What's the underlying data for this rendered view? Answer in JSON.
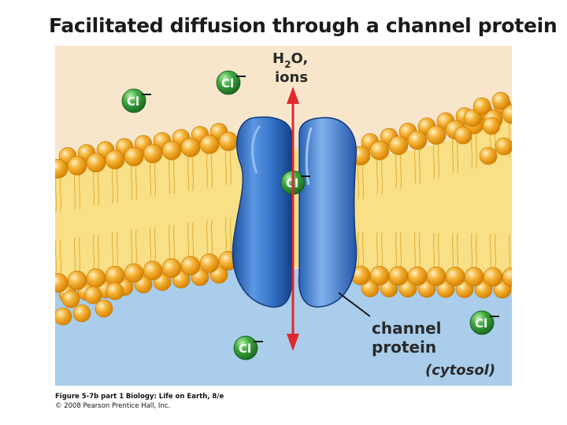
{
  "title": "Facilitated diffusion through a channel protein",
  "labels": {
    "h2o_ions_line1_h": "H",
    "h2o_ions_line1_sub": "2",
    "h2o_ions_line1_rest": "O,",
    "h2o_ions_line2": "ions",
    "channel_protein_line1": "channel",
    "channel_protein_line2": "protein",
    "cytosol": "(cytosol)",
    "ion_symbol": "Cl"
  },
  "caption": {
    "figure_ref": "Figure 5-7b part 1",
    "book": "Biology: Life on Earth, 8/e",
    "copyright": "© 2008 Pearson Prentice Hall, Inc."
  },
  "colors": {
    "extracellular": "#f8e6cc",
    "cytosol": "#a9cdea",
    "lipid_head": "#f2a21c",
    "lipid_tail": "#f9d86a",
    "channel_protein": "#2f6fc4",
    "ion": "#2f9a3c",
    "arrow": "#e0282e"
  }
}
